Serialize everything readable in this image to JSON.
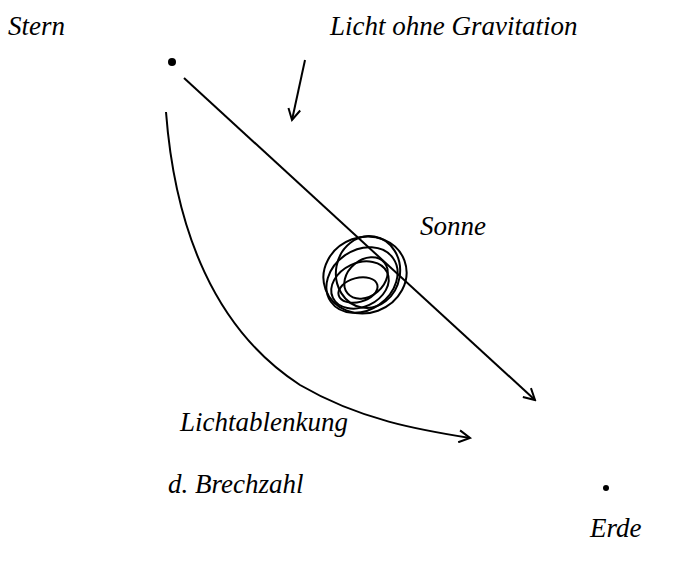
{
  "diagram": {
    "labels": [
      "Stern",
      "Licht ohne Gravitation",
      "Sonne",
      "Lichtablenkung",
      "d. Brechzahl",
      "Erde"
    ]
  }
}
